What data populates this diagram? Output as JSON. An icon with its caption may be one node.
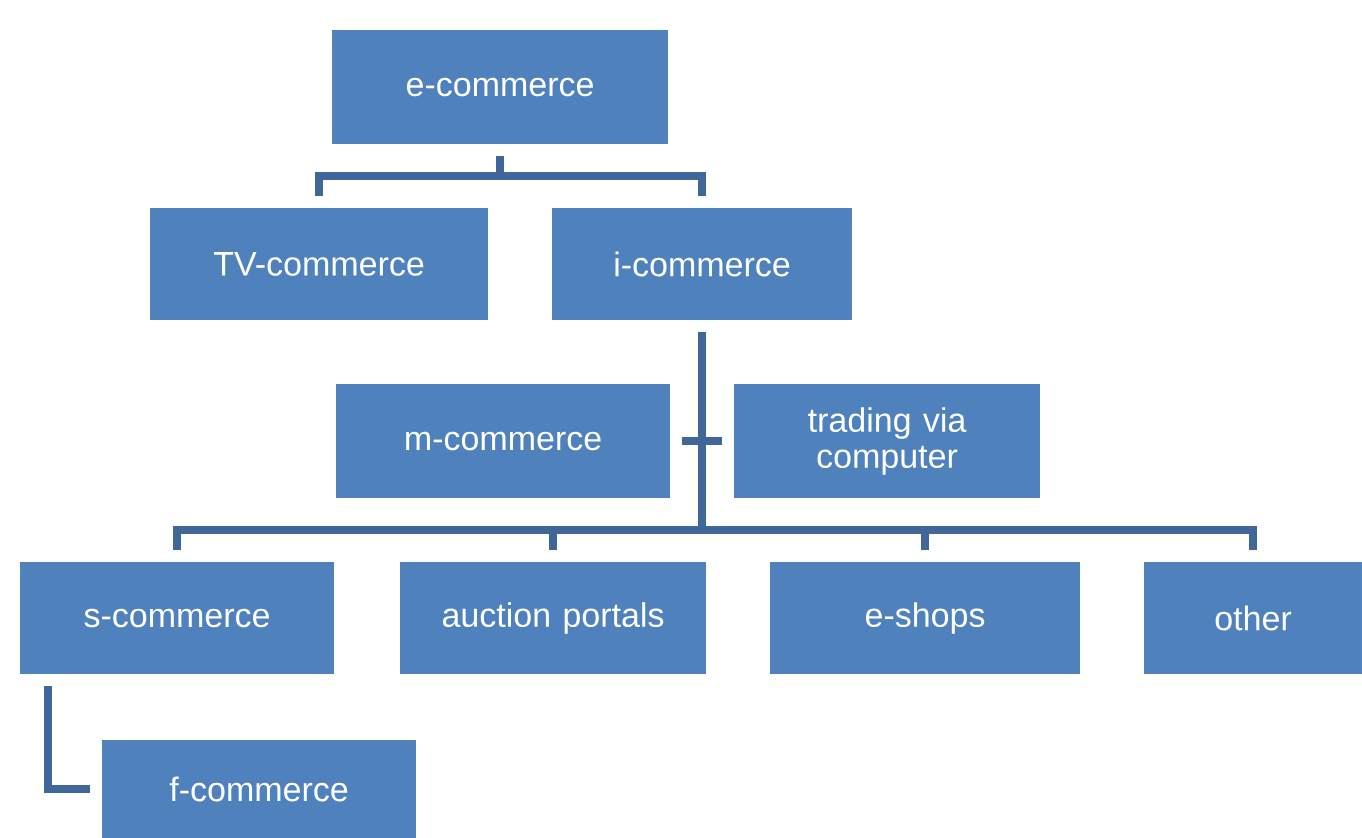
{
  "diagram": {
    "nodes": [
      {
        "text": [
          "e-commerce"
        ]
      },
      {
        "text": [
          "TV-commerce"
        ]
      },
      {
        "text": [
          "i-commerce"
        ]
      },
      {
        "text": [
          "m-commerce"
        ]
      },
      {
        "text": [
          "trading via computer"
        ]
      },
      {
        "text": [
          "s-commerce"
        ]
      },
      {
        "text": [
          "auction portals"
        ]
      },
      {
        "text": [
          "e-shops"
        ]
      },
      {
        "text": [
          "other"
        ]
      },
      {
        "text": [
          "f-commerce"
        ]
      }
    ],
    "edges": [
      {
        "from": 0,
        "to": 1,
        "arrow": "none"
      },
      {
        "from": 0,
        "to": 2,
        "arrow": "none"
      },
      {
        "from": 2,
        "to": 3,
        "arrow": "none"
      },
      {
        "from": 2,
        "to": 4,
        "arrow": "none"
      },
      {
        "from": 2,
        "to": 5,
        "arrow": "none"
      },
      {
        "from": 2,
        "to": 6,
        "arrow": "none"
      },
      {
        "from": 2,
        "to": 7,
        "arrow": "none"
      },
      {
        "from": 2,
        "to": 8,
        "arrow": "none"
      },
      {
        "from": 5,
        "to": 9,
        "arrow": "none"
      }
    ]
  }
}
